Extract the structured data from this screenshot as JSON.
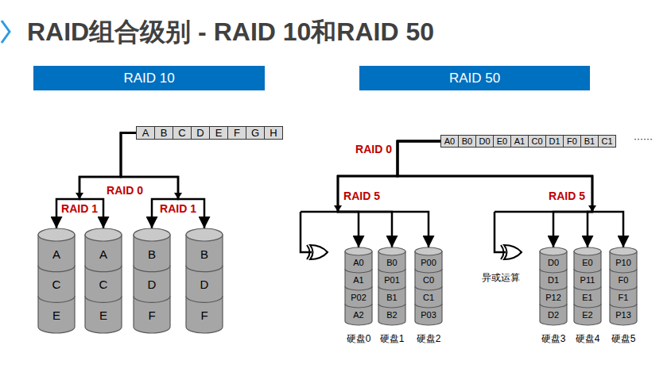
{
  "diagram": {
    "title": "RAID组合级别 - RAID 10和RAID 50",
    "nodes": [
      {
        "text": [
          "RAID 10"
        ]
      },
      {
        "text": [
          "RAID 50"
        ]
      },
      {
        "text": [
          "A",
          "B",
          "C",
          "D",
          "E",
          "F",
          "G",
          "H"
        ]
      },
      {
        "text": [
          "A0",
          "B0",
          "D0",
          "E0",
          "A1",
          "C0",
          "D1",
          "F0",
          "B1",
          "C1"
        ]
      },
      {
        "text": [
          "A",
          "C",
          "E"
        ]
      },
      {
        "text": [
          "A",
          "C",
          "E"
        ]
      },
      {
        "text": [
          "B",
          "D",
          "F"
        ]
      },
      {
        "text": [
          "B",
          "D",
          "F"
        ]
      },
      {
        "text": [
          "A0",
          "A1",
          "P02",
          "A2"
        ]
      },
      {
        "text": [
          "B0",
          "P01",
          "B1",
          "B2"
        ]
      },
      {
        "text": [
          "P00",
          "C0",
          "C1",
          "P03"
        ]
      },
      {
        "text": [
          "D0",
          "D1",
          "P12",
          "D2"
        ]
      },
      {
        "text": [
          "E0",
          "P11",
          "E1",
          "E2"
        ]
      },
      {
        "text": [
          "P10",
          "F0",
          "F1",
          "P13"
        ]
      }
    ],
    "edges": [
      {
        "from": 2,
        "to": 4,
        "arrow": "to"
      },
      {
        "from": 2,
        "to": 5,
        "arrow": "to"
      },
      {
        "from": 2,
        "to": 6,
        "arrow": "to"
      },
      {
        "from": 2,
        "to": 7,
        "arrow": "to"
      },
      {
        "from": 3,
        "to": 8,
        "arrow": "to"
      },
      {
        "from": 3,
        "to": 9,
        "arrow": "to"
      },
      {
        "from": 3,
        "to": 10,
        "arrow": "to"
      },
      {
        "from": 3,
        "to": 11,
        "arrow": "to"
      },
      {
        "from": 3,
        "to": 12,
        "arrow": "to"
      },
      {
        "from": 3,
        "to": 13,
        "arrow": "to"
      }
    ],
    "labels": [
      "RAID 0",
      "RAID 1",
      "RAID 1",
      "······",
      "RAID 0",
      "RAID 5",
      "RAID 5",
      "异或运算",
      "硬盘0",
      "硬盘1",
      "硬盘2",
      "硬盘3",
      "硬盘4",
      "硬盘5"
    ]
  }
}
